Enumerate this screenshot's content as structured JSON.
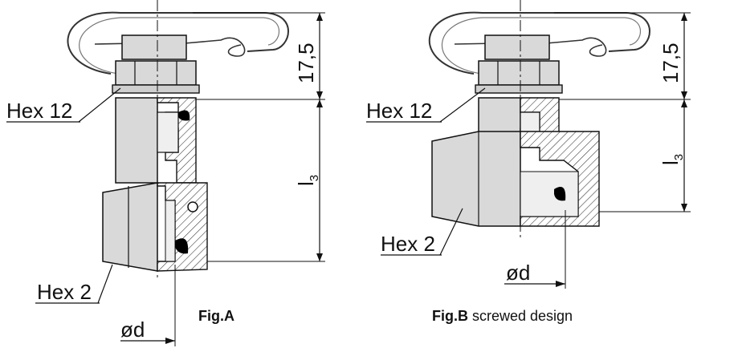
{
  "figure_a": {
    "caption": "Fig.A",
    "labels": {
      "hex_top": "Hex 12",
      "hex_bottom": "Hex 2",
      "diameter": "ød",
      "height_top": "17,5",
      "length": "l",
      "length_sub": "3"
    }
  },
  "figure_b": {
    "caption_bold": "Fig.B",
    "caption_rest": " screwed design",
    "labels": {
      "hex_top": "Hex 12",
      "hex_bottom": "Hex 2",
      "diameter": "ød",
      "height_top": "17,5",
      "length": "l",
      "length_sub": "3"
    }
  },
  "colors": {
    "part_fill": "#d9d9d9",
    "part_light": "#ececec",
    "outline": "#111111",
    "hatch": "#333333",
    "seal": "#000000"
  }
}
